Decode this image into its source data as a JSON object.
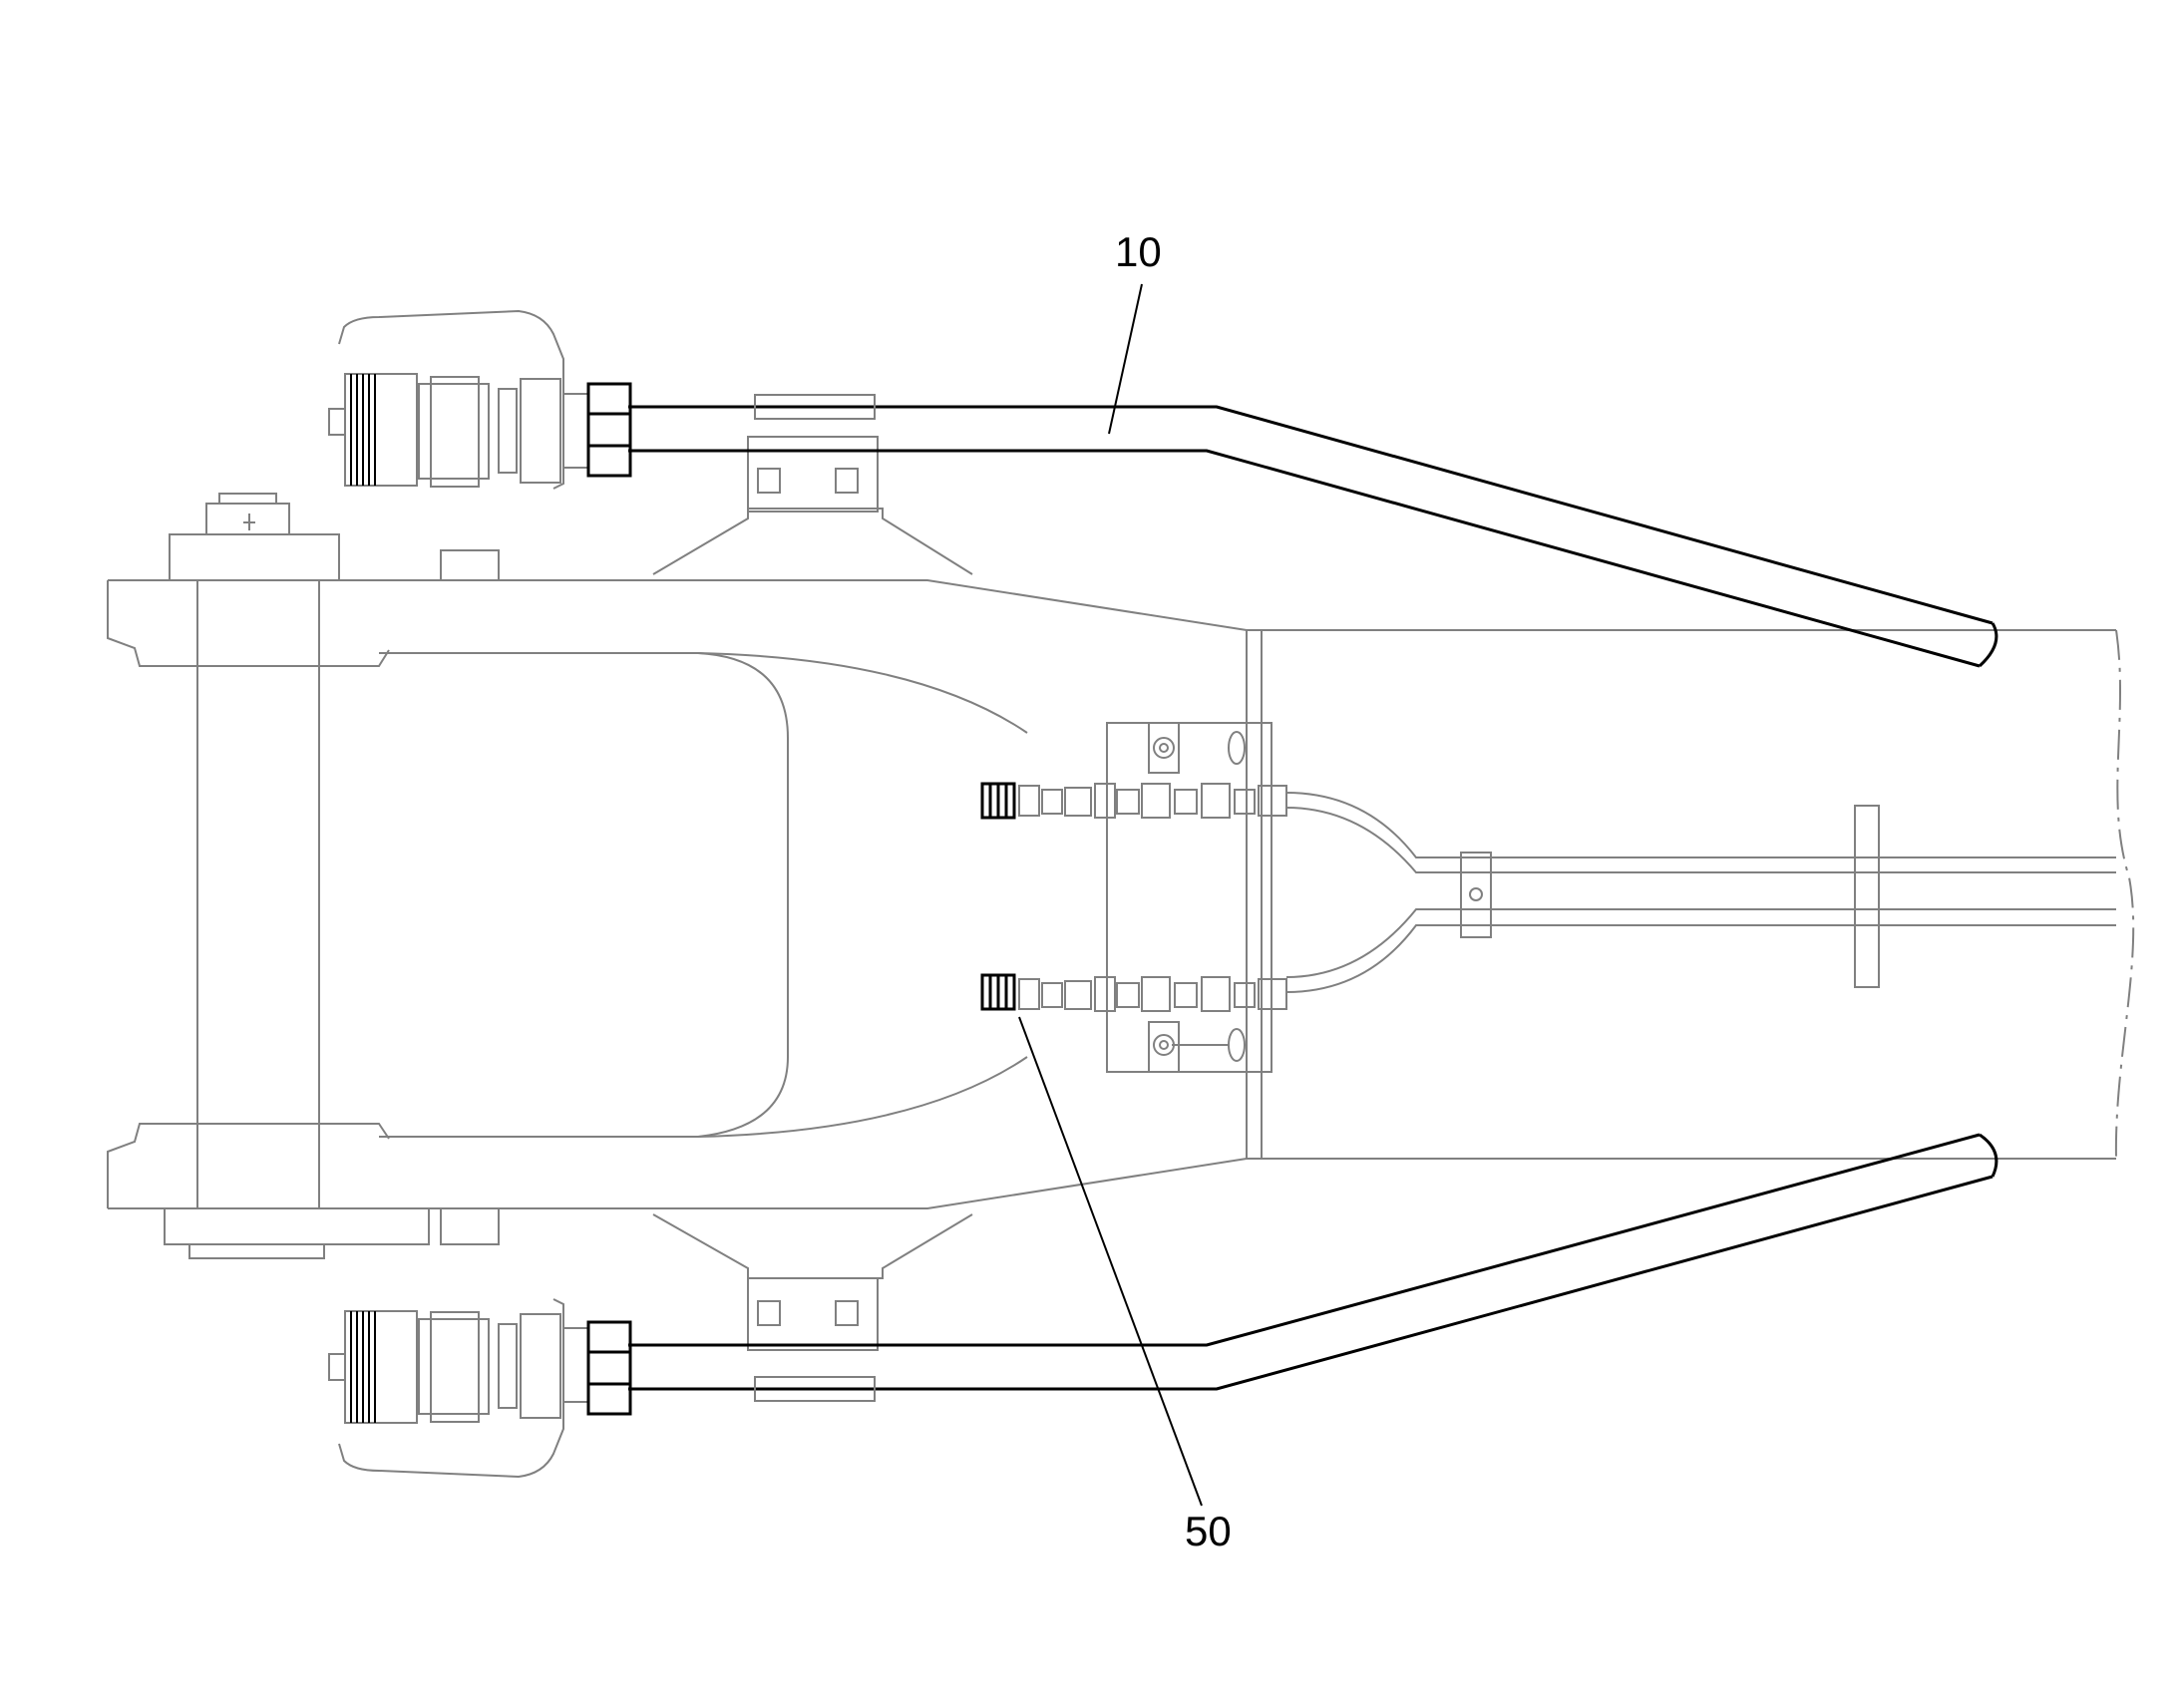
{
  "callouts": [
    {
      "id": "10",
      "text": "10"
    },
    {
      "id": "50",
      "text": "50"
    }
  ],
  "colors": {
    "background": "#ffffff",
    "structure_line": "#808080",
    "hose_line": "#000000"
  }
}
